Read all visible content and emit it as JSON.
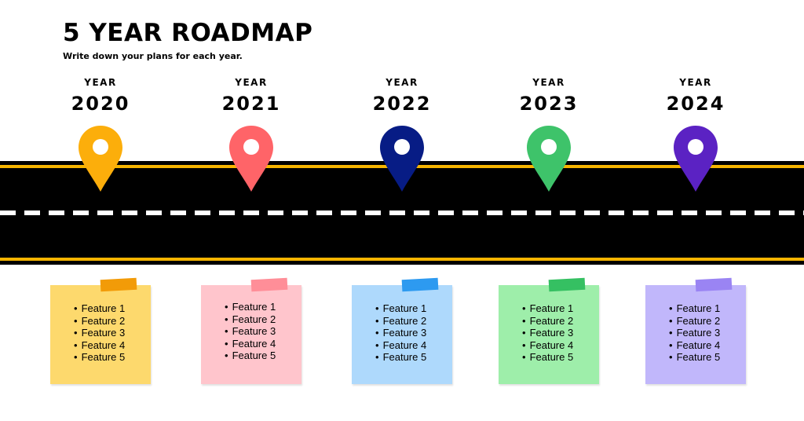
{
  "title": "5 YEAR ROADMAP",
  "subtitle": "Write down your plans for each year.",
  "colors": {
    "road": "#000000",
    "road_edge": "#f7b500",
    "dash": "#ffffff"
  },
  "years": [
    {
      "label": "YEAR",
      "year": "2020",
      "pin_color": "#fcae0b",
      "note_color": "#fdd96d",
      "tape_color": "#f29b08",
      "pin_icon": "map-pin-icon",
      "features": [
        "Feature 1",
        "Feature 2",
        "Feature 3",
        "Feature 4",
        "Feature 5"
      ]
    },
    {
      "label": "YEAR",
      "year": "2021",
      "pin_color": "#ff6468",
      "note_color": "#ffc5cc",
      "tape_color": "#ff8e98",
      "pin_icon": "map-pin-icon",
      "features": [
        "Feature 1",
        "Feature 2",
        "Feature 3",
        "Feature 4",
        "Feature 5"
      ]
    },
    {
      "label": "YEAR",
      "year": "2022",
      "pin_color": "#071c85",
      "note_color": "#aed9fc",
      "tape_color": "#2d9af0",
      "pin_icon": "map-pin-icon",
      "features": [
        "Feature 1",
        "Feature 2",
        "Feature 3",
        "Feature 4",
        "Feature 5"
      ]
    },
    {
      "label": "YEAR",
      "year": "2023",
      "pin_color": "#3ec36a",
      "note_color": "#9eeeaa",
      "tape_color": "#35c062",
      "pin_icon": "map-pin-icon",
      "features": [
        "Feature 1",
        "Feature 2",
        "Feature 3",
        "Feature 4",
        "Feature 5"
      ]
    },
    {
      "label": "YEAR",
      "year": "2024",
      "pin_color": "#5b22c3",
      "note_color": "#c1b7fb",
      "tape_color": "#9a84f3",
      "pin_icon": "map-pin-icon",
      "features": [
        "Feature 1",
        "Feature 2",
        "Feature 3",
        "Feature 4",
        "Feature 5"
      ]
    }
  ]
}
